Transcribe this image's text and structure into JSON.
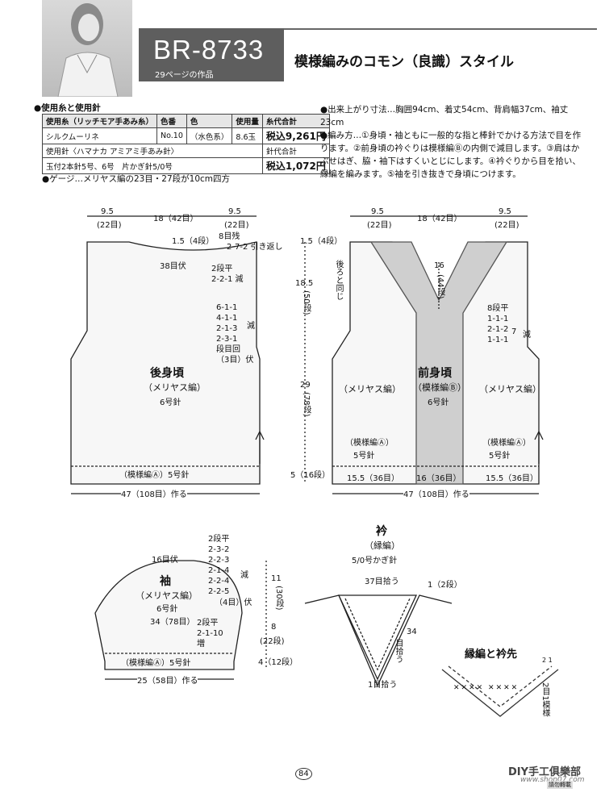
{
  "header": {
    "code": "BR-8733",
    "page_ref": "29ページの作品",
    "title": "模様編みのコモン（良識）スタイル"
  },
  "yarn": {
    "section": "●使用糸と使用針",
    "cols": [
      "使用糸（リッチモア手あみ糸）",
      "色番",
      "色",
      "使用量",
      "糸代合計"
    ],
    "row1": [
      "シルクムーリネ",
      "No.10",
      "（水色系）",
      "8.6玉",
      "税込9,261円"
    ],
    "row2_label": "使用針〈ハマナカ アミアミ手あみ針〉",
    "row2_total": "針代合計",
    "row3_label": "玉付2本針5号、6号　片かぎ針5/0号",
    "row3_total": "税込1,072円",
    "gauge": "●ゲージ…メリヤス編の23目・27段が10cm四方"
  },
  "method": {
    "size": "●出来上がり寸法…胸囲94cm、着丈54cm、背肩幅37cm、袖丈23cm",
    "text": "●編み方…①身頃・袖ともに一般的な指と棒針でかける方法で目を作ります。②前身頃の衿ぐりは模様編Ⓑの内側で減目します。③肩はかぶせはぎ、脇・袖下はすくいとじにします。④衿ぐりから目を拾い、縁編を編みます。⑤袖を引き抜きで身頃につけます。"
  },
  "back": {
    "name": "後身頃",
    "stitch": "（メリヤス編）",
    "needle": "6号針",
    "w1": "9.5",
    "w1s": "(22目)",
    "w2": "18（42目）",
    "w3": "9.5",
    "w3s": "(22目)",
    "neck1": "1.5（4段）",
    "neck2": "8目残",
    "neck3": "2-7-2 引き返し",
    "neck4": "38目伏",
    "neck5": "2段平",
    "neck6": "2-2-1 減",
    "arm": [
      "6-1-1",
      "4-1-1",
      "2-1-3",
      "2-3-1",
      "段目回",
      "（3目）伏"
    ],
    "dec": "減",
    "rib": "（模様編Ⓐ）5号針",
    "bottom": "47（108目）作る"
  },
  "front": {
    "name": "前身頃",
    "stitch": "（模様編Ⓑ）",
    "needle": "6号針",
    "w1": "9.5",
    "w1s": "(22目)",
    "w2": "18（42目）",
    "w3": "9.5",
    "w3s": "(22目)",
    "neck1": "1.5（4段）",
    "same": "後ろと同じ",
    "v": "16",
    "vs": "(44段)",
    "h1": "18.5",
    "h1s": "(50段)",
    "h2": "29",
    "h2s": "(78段)",
    "h3": "5（16段）",
    "arm": [
      "8段平",
      "1-1-1",
      "2-1-2",
      "1-1-1"
    ],
    "seven": "7",
    "dec": "減",
    "side": "（メリヤス編）",
    "ribA": "（模様編Ⓐ）",
    "needle5": "5号針",
    "b1": "15.5（36目）",
    "b2": "16（36目）",
    "b3": "15.5（36目）",
    "bottom": "47（108目）作る"
  },
  "sleeve": {
    "name": "袖",
    "stitch": "（メリヤス編）",
    "needle": "6号針",
    "top": "16目伏",
    "cap": [
      "2段平",
      "2-3-2",
      "2-2-3",
      "2-1-4",
      "2-2-4",
      "2-2-5"
    ],
    "dec": "減",
    "bind": "（4目）伏",
    "w": "34（78目）",
    "h1": "11",
    "h1s": "(30段)",
    "h2": "8",
    "h2s": "(22段)",
    "inc": [
      "2段平",
      "2-1-10",
      "増"
    ],
    "h3": "4（12段）",
    "rib": "（模様編Ⓐ）5号針",
    "bottom": "25（58目）作る"
  },
  "collar": {
    "name": "衿",
    "stitch": "（縁編）",
    "needle": "5/0号かぎ針",
    "p1": "37目拾う",
    "p2": "1（2段）",
    "p3": "34",
    "p4": "目拾う",
    "p5": "1目拾う"
  },
  "edge": {
    "title": "縁編と衿先",
    "note": "2目1模様",
    "nums": "2 1"
  },
  "footer": {
    "page": "84",
    "logo": "DIY手工俱樂部",
    "url": "www.shop07.com",
    "badge": "請勿轉載"
  }
}
